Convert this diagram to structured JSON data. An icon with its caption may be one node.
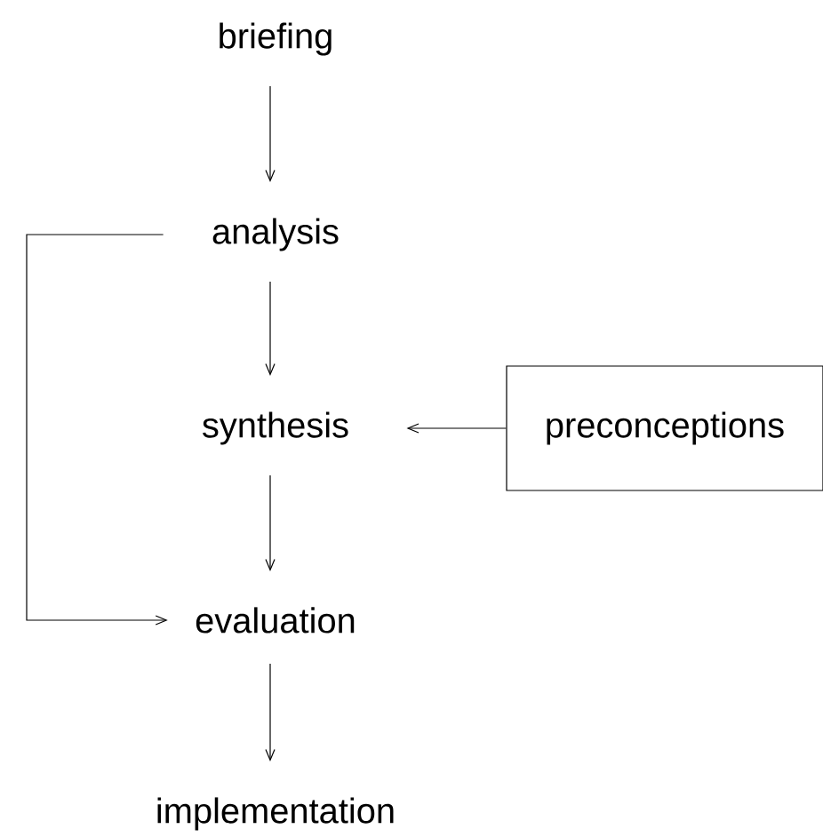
{
  "diagram": {
    "nodes": [
      {
        "text": [
          "briefing"
        ]
      },
      {
        "text": [
          "analysis"
        ]
      },
      {
        "text": [
          "synthesis"
        ]
      },
      {
        "text": [
          "preconceptions"
        ]
      },
      {
        "text": [
          "evaluation"
        ]
      },
      {
        "text": [
          "implementation"
        ]
      }
    ],
    "edges": [
      {
        "from": 0,
        "to": 1,
        "arrow": "to"
      },
      {
        "from": 1,
        "to": 2,
        "arrow": "to"
      },
      {
        "from": 1,
        "to": 4,
        "arrow": "to"
      },
      {
        "from": 3,
        "to": 2,
        "arrow": "to"
      },
      {
        "from": 2,
        "to": 4,
        "arrow": "to"
      },
      {
        "from": 4,
        "to": 5,
        "arrow": "to"
      }
    ]
  }
}
